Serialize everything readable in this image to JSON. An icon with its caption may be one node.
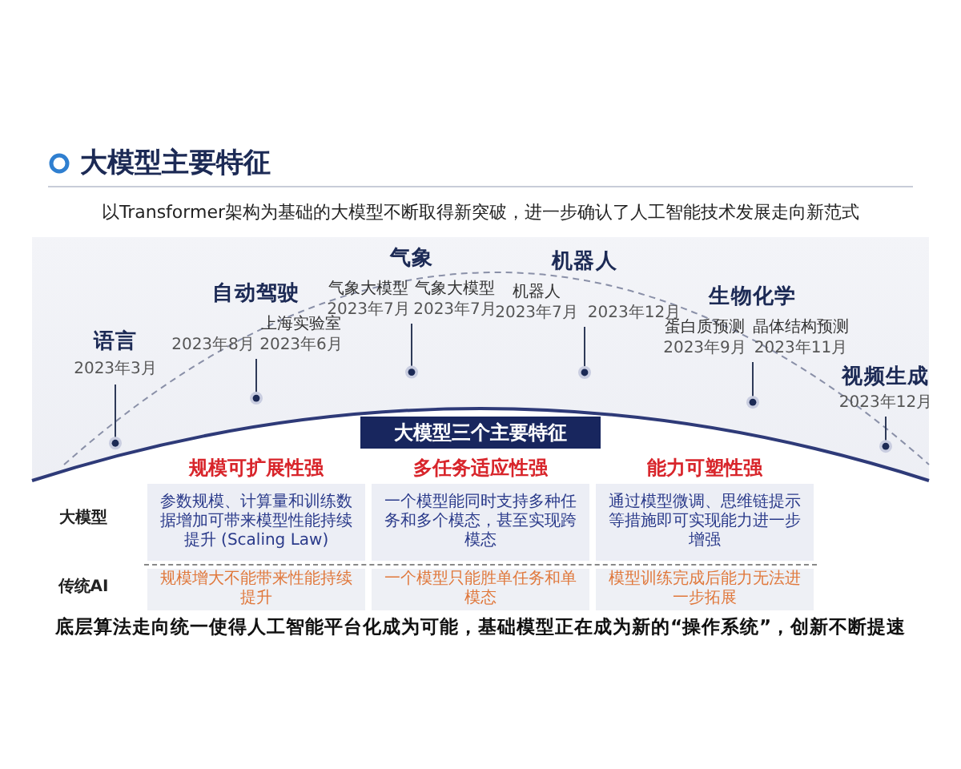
{
  "diagram": {
    "title": "大模型主要特征",
    "nodes": [
      {
        "text": [
          "大模型三个主要特征"
        ]
      },
      {
        "text": [
          "规模可扩展性强",
          "参数规模、计算量和训练数据增加可带来模型性能持续提升 (Scaling Law)"
        ]
      },
      {
        "text": [
          "多任务适应性强",
          "一个模型能同时支持多种任务和多个模态，甚至实现跨模态"
        ]
      },
      {
        "text": [
          "能力可塑性强",
          "通过模型微调、思维链提示等措施即可实现能力进一步增强"
        ]
      },
      {
        "text": [
          "规模增大不能带来性能持续提升"
        ]
      },
      {
        "text": [
          "一个模型只能胜单任务和单模态"
        ]
      },
      {
        "text": [
          "模型训练完成后能力无法进一步拓展"
        ]
      }
    ],
    "labels": [
      "以Transformer架构为基础的大模型不断取得新突破，进一步确认了人工智能技术发展走向新范式",
      "语言",
      "2023年3月",
      "自动驾驶",
      "2023年8月",
      "上海实验室",
      "2023年6月",
      "气象",
      "气象大模型",
      "2023年7月",
      "气象大模型",
      "2023年7月",
      "机器人",
      "机器人",
      "2023年7月",
      "2023年12月",
      "生物化学",
      "蛋白质预测",
      "2023年9月",
      "晶体结构预测",
      "2023年11月",
      "视频生成",
      "2023年12月",
      "大模型",
      "传统AI",
      "底层算法走向统一使得人工智能平台化成为可能，基础模型正在成为新的“操作系统”，创新不断提速"
    ]
  }
}
